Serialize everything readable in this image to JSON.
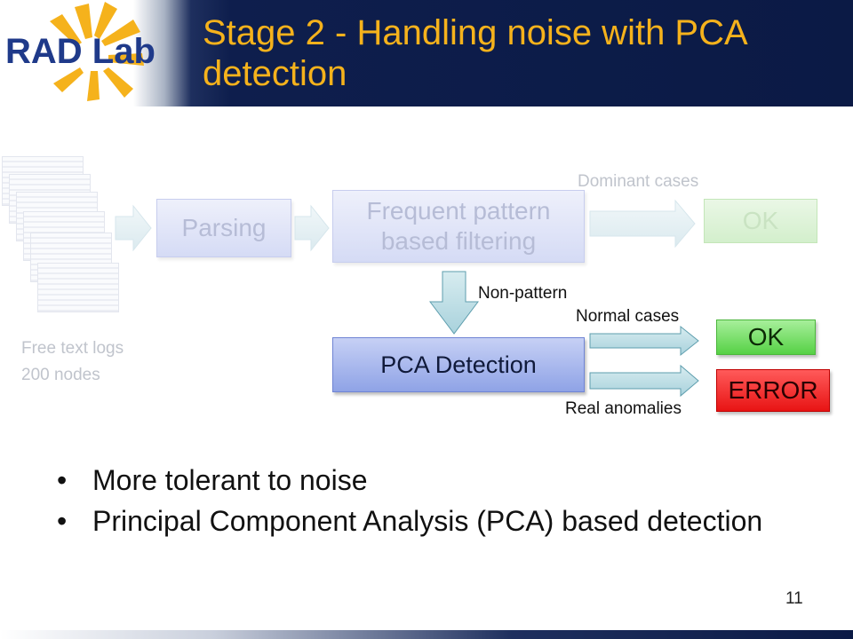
{
  "header": {
    "logo_text": "RAD Lab",
    "title": "Stage 2 - Handling noise with PCA detection",
    "accent_color": "#f5b21c",
    "background_color": "#0b1a45"
  },
  "diagram": {
    "logs_label_line1": "Free text logs",
    "logs_label_line2": "200 nodes",
    "parsing": "Parsing",
    "filter_line1": "Frequent pattern",
    "filter_line2": "based filtering",
    "dominant_cases": "Dominant cases",
    "ok_faded": "OK",
    "non_pattern": "Non-pattern",
    "pca_detection": "PCA Detection",
    "normal_cases": "Normal cases",
    "ok": "OK",
    "real_anomalies": "Real anomalies",
    "error": "ERROR",
    "colors": {
      "ok": "#56d145",
      "error": "#e81414",
      "pca": "#8fa3e6"
    }
  },
  "bullets": [
    "More tolerant to noise",
    "Principal Component Analysis (PCA) based detection"
  ],
  "bullet_symbol": "•",
  "page_number": "11"
}
